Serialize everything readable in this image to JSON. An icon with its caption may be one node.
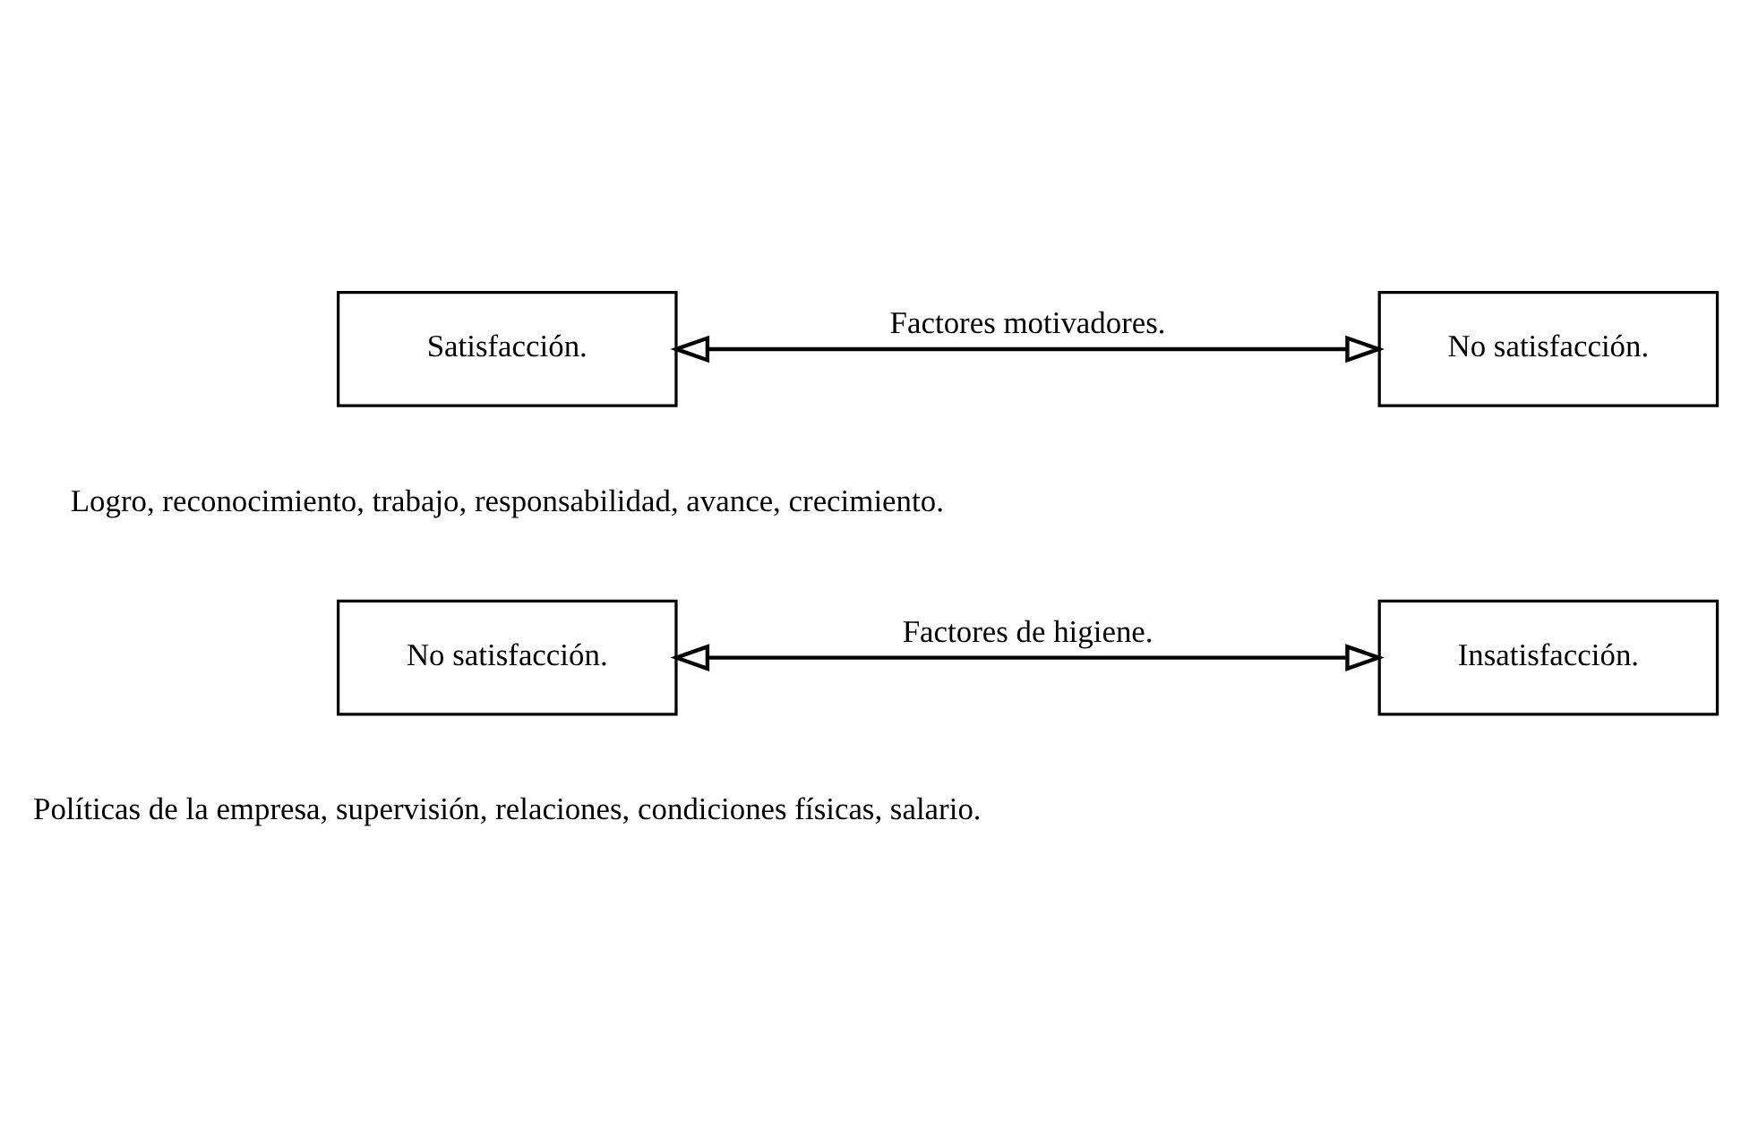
{
  "diagram": {
    "nodes": [
      {
        "text": [
          "Satisfacción."
        ]
      },
      {
        "text": [
          "No satisfacción."
        ]
      },
      {
        "text": [
          "No satisfacción."
        ]
      },
      {
        "text": [
          "Insatisfacción."
        ]
      }
    ],
    "edges": [
      {
        "from": 0,
        "to": 1,
        "arrow": "both",
        "label": "Factores motivadores."
      },
      {
        "from": 2,
        "to": 3,
        "arrow": "both",
        "label": "Factores de higiene."
      }
    ],
    "labels": [
      "Logro, reconocimiento, trabajo, responsabilidad, avance, crecimiento.",
      "Políticas de la empresa, supervisión, relaciones, condiciones físicas, salario."
    ]
  }
}
